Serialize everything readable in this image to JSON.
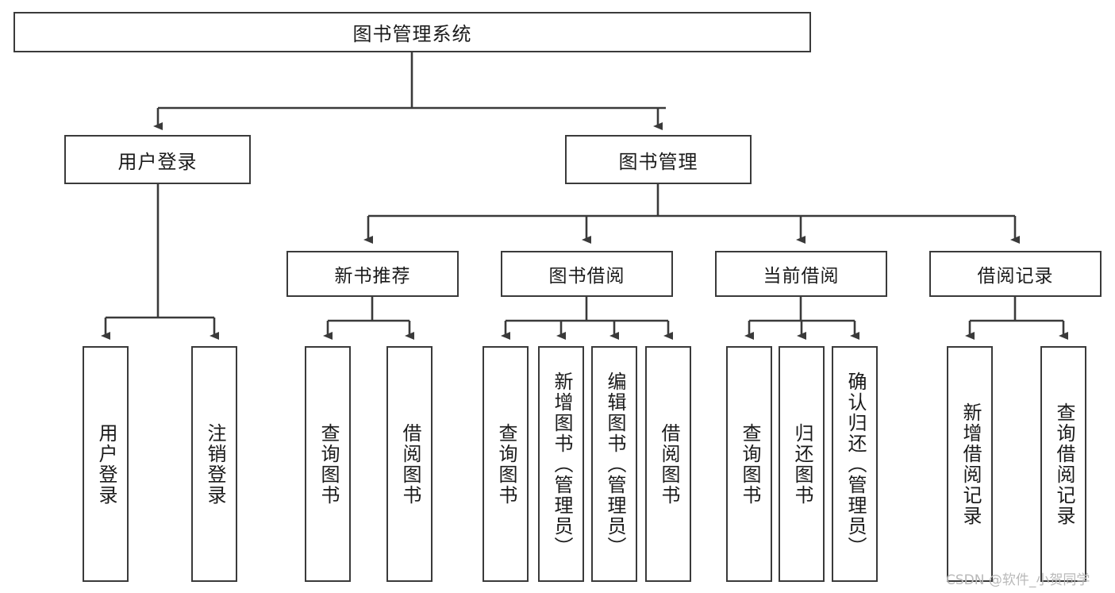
{
  "diagram": {
    "title": "图书管理系统",
    "type": "hierarchy-tree",
    "root": {
      "id": "root",
      "label": "图书管理系统",
      "orientation": "horizontal"
    },
    "level2": [
      {
        "id": "user-login",
        "label": "用户登录",
        "orientation": "horizontal"
      },
      {
        "id": "book-manage",
        "label": "图书管理",
        "orientation": "horizontal"
      }
    ],
    "level3": [
      {
        "id": "new-book-rec",
        "label": "新书推荐",
        "orientation": "horizontal",
        "parent": "book-manage"
      },
      {
        "id": "book-borrow",
        "label": "图书借阅",
        "orientation": "horizontal",
        "parent": "book-manage"
      },
      {
        "id": "current-borrow",
        "label": "当前借阅",
        "orientation": "horizontal",
        "parent": "book-manage"
      },
      {
        "id": "borrow-record",
        "label": "借阅记录",
        "orientation": "horizontal",
        "parent": "book-manage"
      }
    ],
    "leaves": [
      {
        "id": "leaf-user-login",
        "label": "用户登录",
        "orientation": "vertical",
        "parent": "user-login"
      },
      {
        "id": "leaf-logout-login",
        "label": "注销登录",
        "orientation": "vertical",
        "parent": "user-login"
      },
      {
        "id": "leaf-query-book-1",
        "label": "查询图书",
        "orientation": "vertical",
        "parent": "new-book-rec"
      },
      {
        "id": "leaf-borrow-book-1",
        "label": "借阅图书",
        "orientation": "vertical",
        "parent": "new-book-rec"
      },
      {
        "id": "leaf-query-book-2",
        "label": "查询图书",
        "orientation": "vertical",
        "parent": "book-borrow"
      },
      {
        "id": "leaf-add-book",
        "label": "新增图书（管理员）",
        "orientation": "vertical",
        "parent": "book-borrow"
      },
      {
        "id": "leaf-edit-book",
        "label": "编辑图书（管理员）",
        "orientation": "vertical",
        "parent": "book-borrow"
      },
      {
        "id": "leaf-borrow-book-2",
        "label": "借阅图书",
        "orientation": "vertical",
        "parent": "book-borrow"
      },
      {
        "id": "leaf-query-book-3",
        "label": "查询图书",
        "orientation": "vertical",
        "parent": "current-borrow"
      },
      {
        "id": "leaf-return-book",
        "label": "归还图书",
        "orientation": "vertical",
        "parent": "current-borrow"
      },
      {
        "id": "leaf-confirm-return",
        "label": "确认归还（管理员）",
        "orientation": "vertical",
        "parent": "current-borrow"
      },
      {
        "id": "leaf-add-record",
        "label": "新增借阅记录",
        "orientation": "vertical",
        "parent": "borrow-record"
      },
      {
        "id": "leaf-query-record",
        "label": "查询借阅记录",
        "orientation": "vertical",
        "parent": "borrow-record"
      }
    ]
  },
  "watermark": {
    "text": "CSDN @软件_小贺同学"
  },
  "colors": {
    "stroke": "#3a3a3a",
    "background": "#ffffff",
    "text": "#1b1b1b",
    "watermark": "#b9b9b9"
  }
}
